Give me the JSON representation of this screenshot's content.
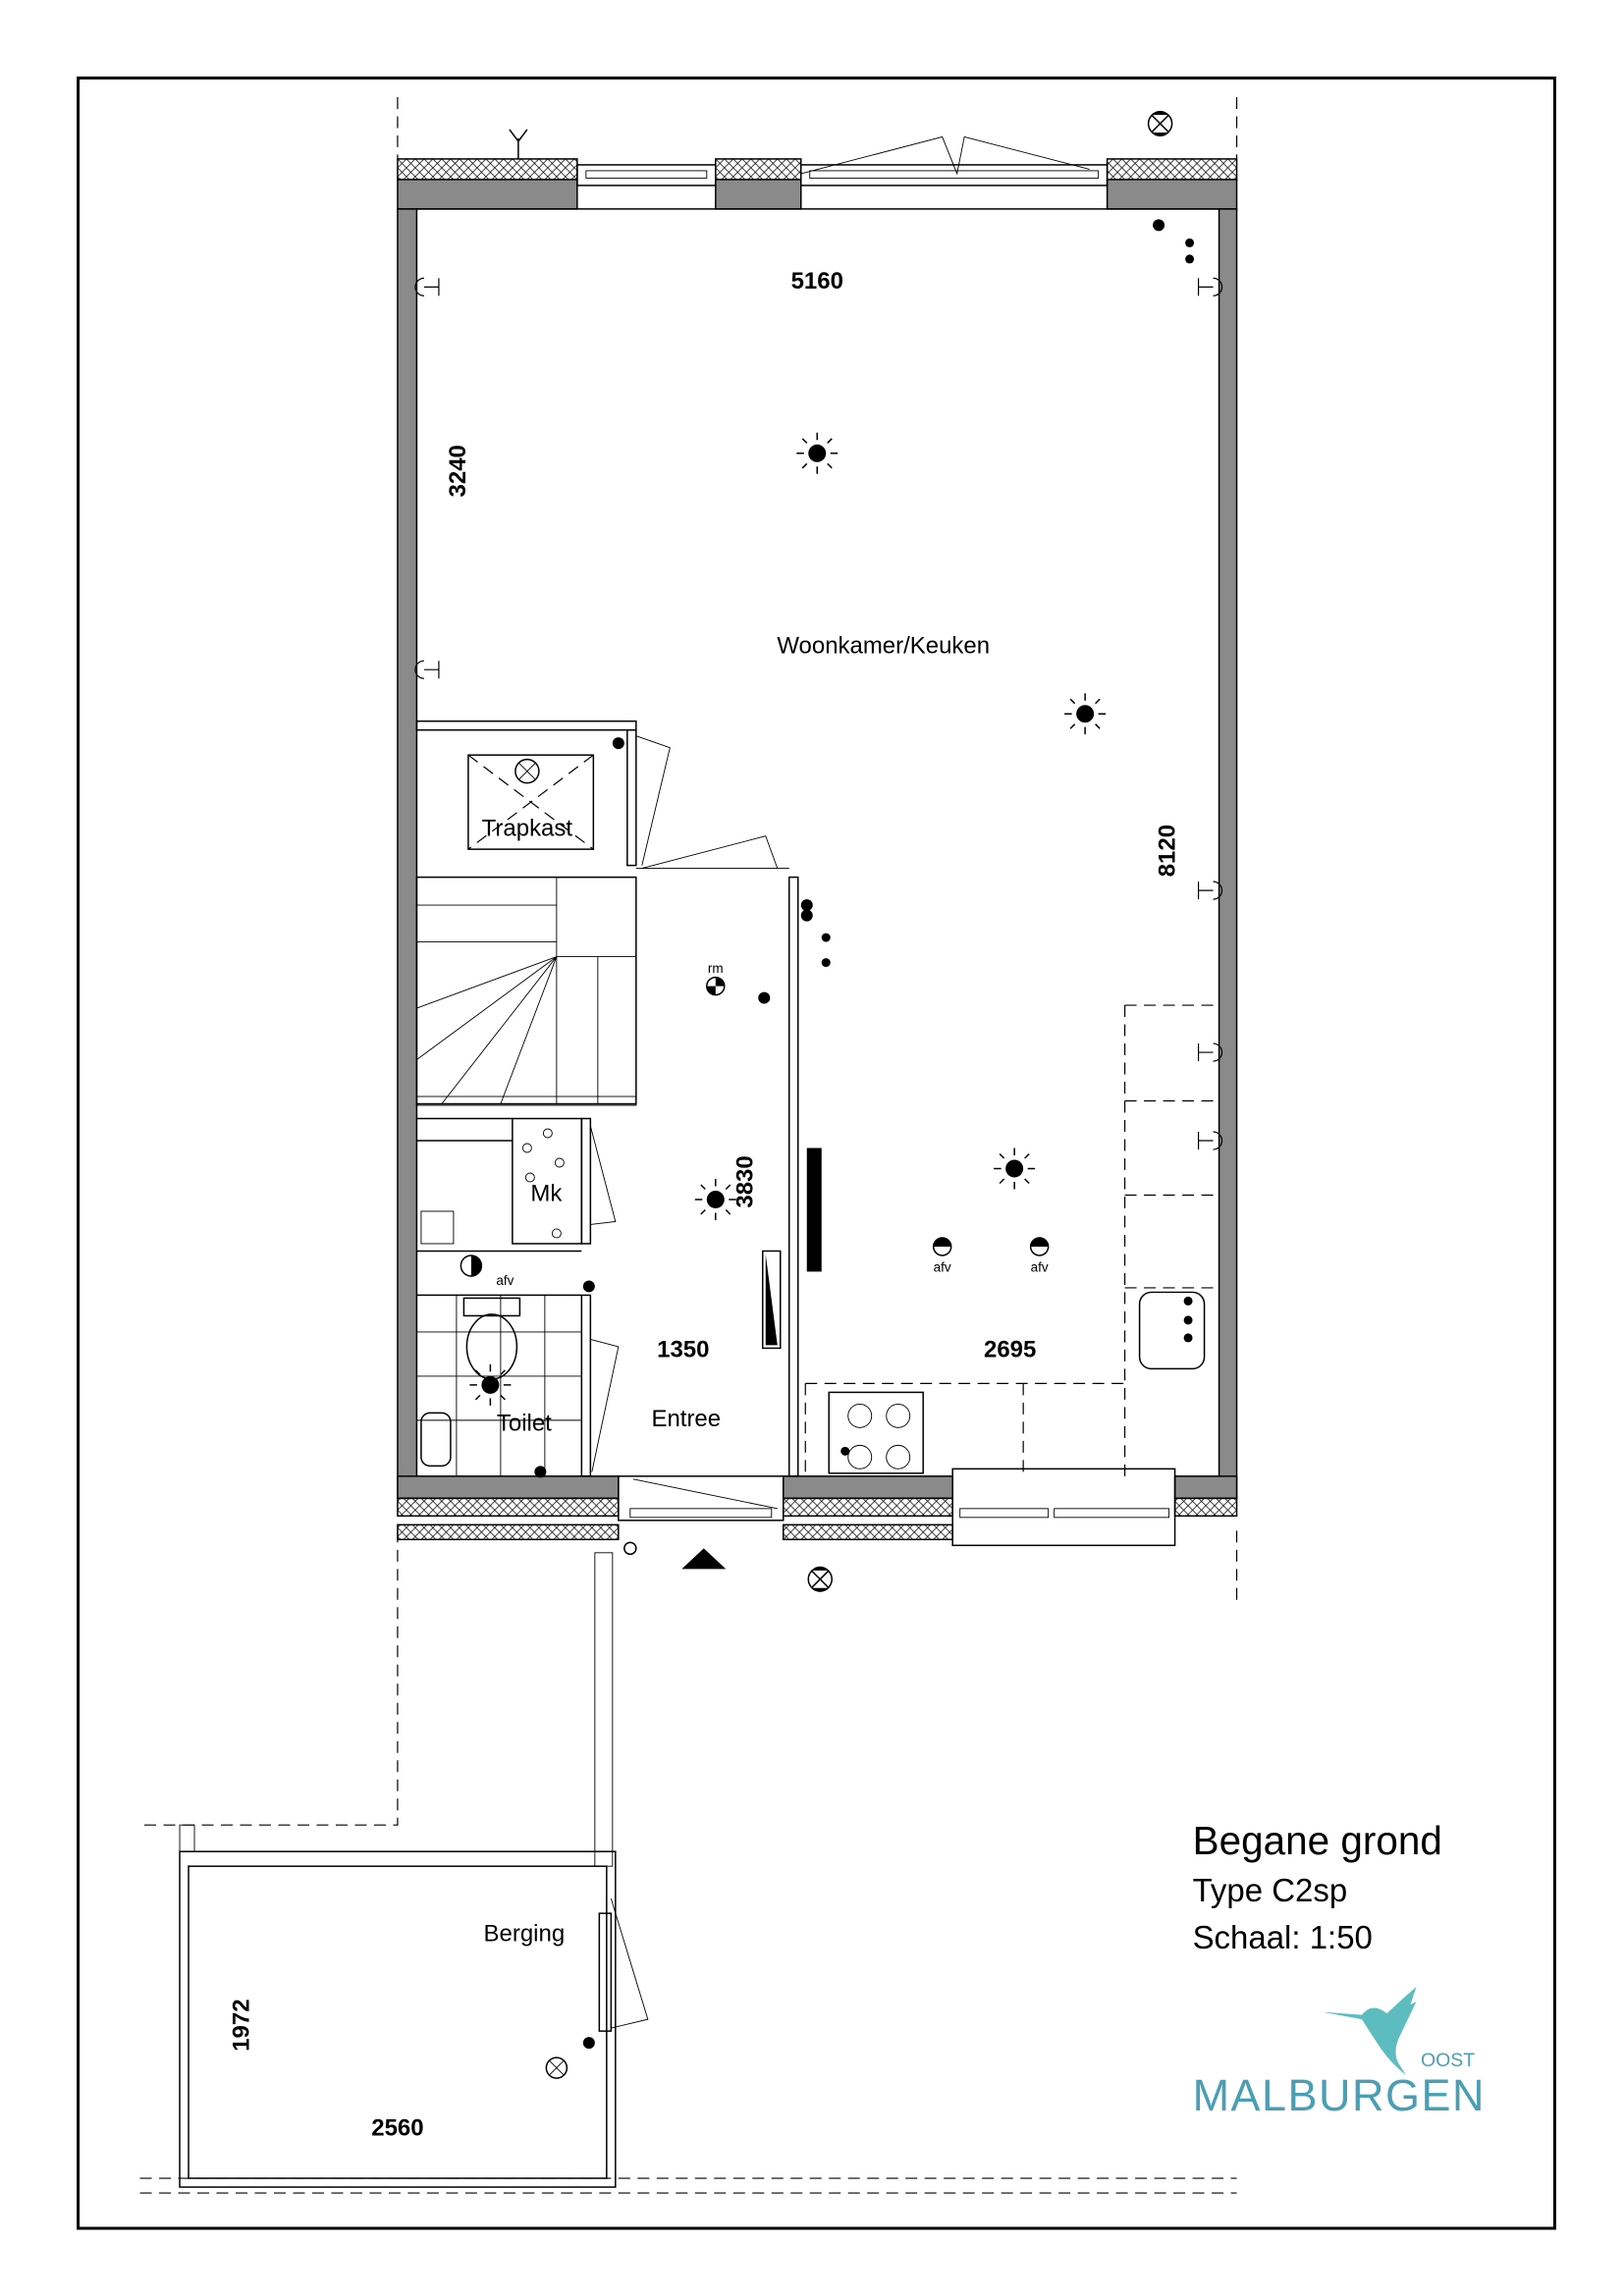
{
  "title_block": {
    "title": "Begane grond",
    "type": "Type C2sp",
    "scale": "Schaal: 1:50"
  },
  "logo": {
    "name": "MALBURGEN",
    "suffix": "OOST",
    "color": "#4a9fb5",
    "bird_color": "#5cbcc0"
  },
  "rooms": {
    "living": "Woonkamer/Keuken",
    "stair_closet": "Trapkast",
    "meter_cupboard": "Mk",
    "toilet": "Toilet",
    "entrance": "Entree",
    "storage": "Berging"
  },
  "dimensions": {
    "living_width": "5160",
    "living_depth_top": "3240",
    "house_depth": "8120",
    "hall_depth": "3830",
    "hall_width": "1350",
    "kitchen_width": "2695",
    "storage_depth": "1972",
    "storage_width": "2560"
  },
  "symbols": {
    "drain": "afv",
    "smoke_detector": "rm"
  }
}
